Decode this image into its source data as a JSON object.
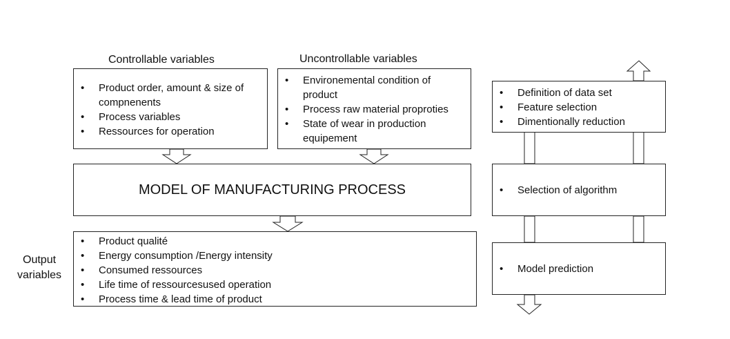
{
  "controllable": {
    "title": "Controllable variables",
    "items": [
      "Product order, amount & size of compnenents",
      "Process variables",
      "Ressources for operation"
    ]
  },
  "uncontrollable": {
    "title": "Uncontrollable variables",
    "items": [
      "Environemental condition of product",
      "Process raw material proproties",
      "State of wear in production equipement"
    ]
  },
  "model": {
    "title": "MODEL OF MANUFACTURING PROCESS"
  },
  "output": {
    "label_line1": "Output",
    "label_line2": "variables",
    "items": [
      "Product qualité",
      "Energy consumption /Energy intensity",
      "Consumed ressources",
      "Life time of ressourcesused operation",
      "Process time & lead time of product"
    ]
  },
  "pipeline": {
    "step1": [
      "Definition of data set",
      "Feature selection",
      "Dimentionally reduction"
    ],
    "step2": [
      "Selection of algorithm"
    ],
    "step3": [
      "Model prediction"
    ]
  }
}
